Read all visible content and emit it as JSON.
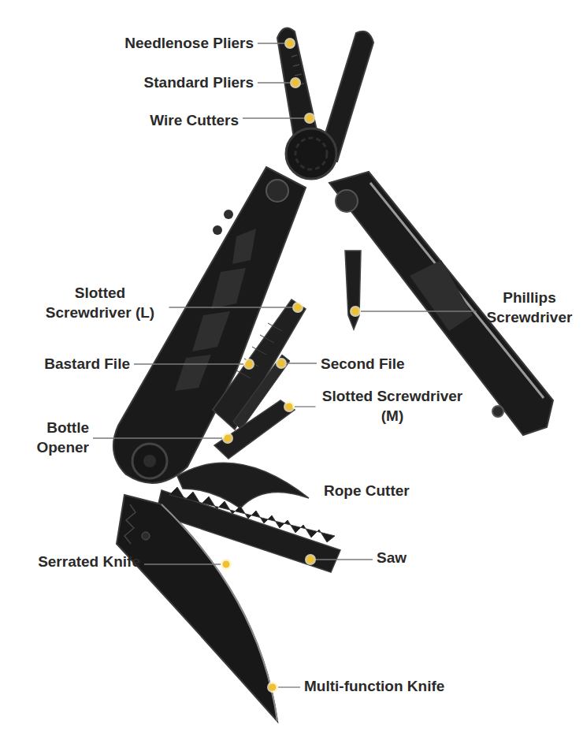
{
  "diagram": {
    "labels": [
      "Needlenose Pliers",
      "Standard Pliers",
      "Wire Cutters",
      "Slotted Screwdriver (L)",
      "Phillips Screwdriver",
      "Bastard File",
      "Second File",
      "Slotted Screwdriver (M)",
      "Bottle Opener",
      "Rope Cutter",
      "Serrated Knife",
      "Saw",
      "Multi-function Knife"
    ]
  }
}
